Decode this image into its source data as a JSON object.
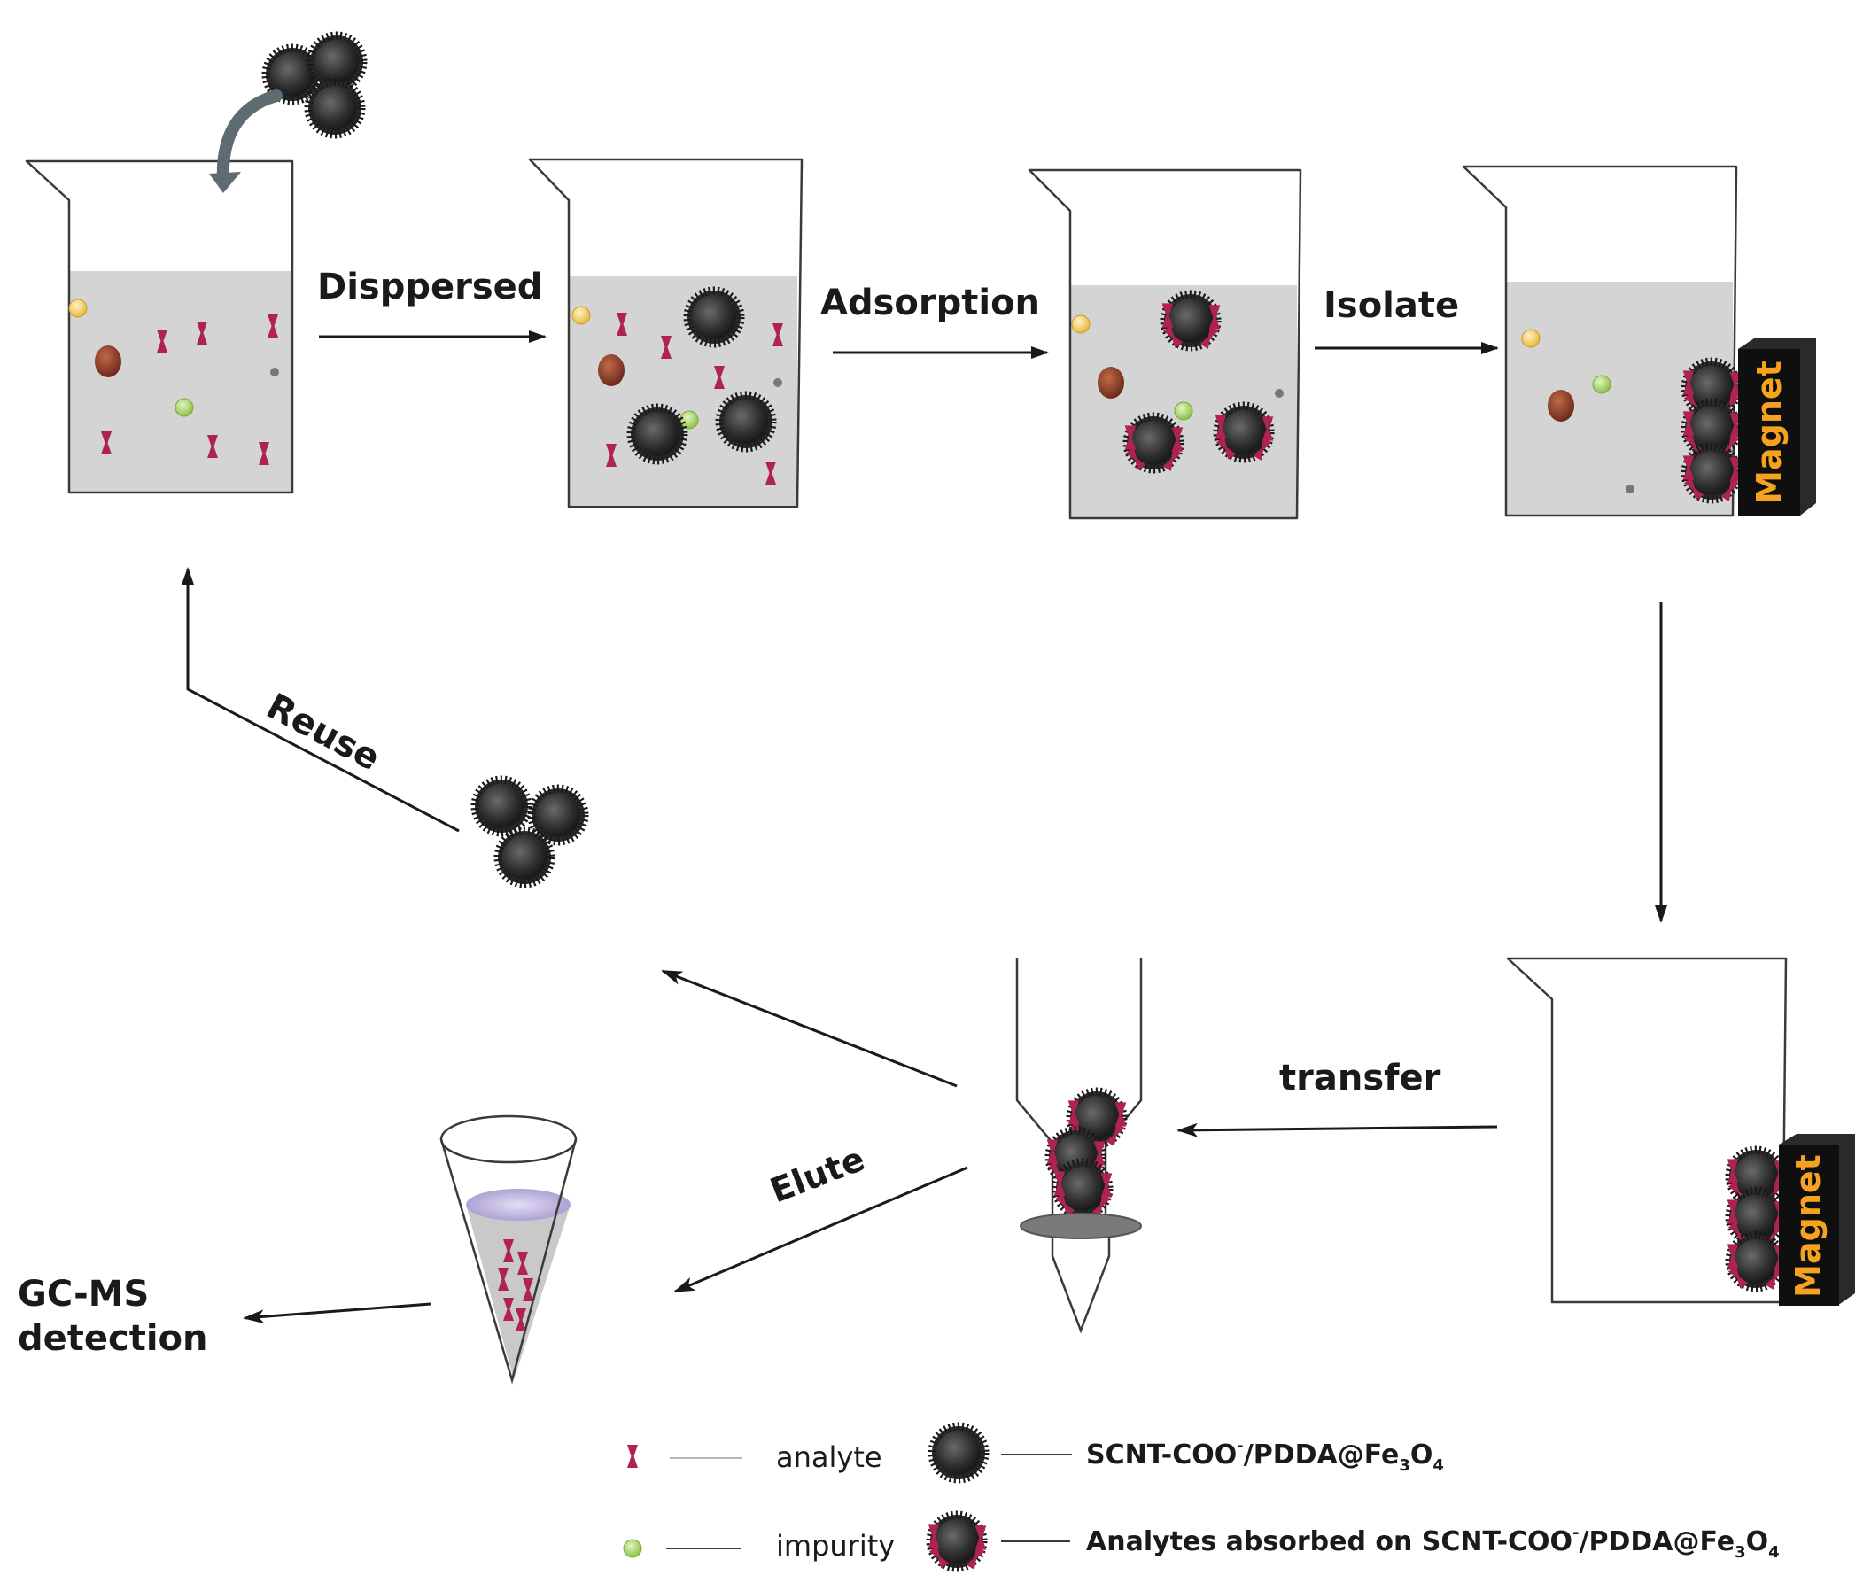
{
  "steps": {
    "dispersed": "Disppersed",
    "adsorption": "Adsorption",
    "isolate": "Isolate",
    "transfer": "transfer",
    "elute": "Elute",
    "reuse": "Reuse",
    "gcms_line1": "GC-MS",
    "gcms_line2": "detection"
  },
  "magnet_label": "Magnet",
  "legend": {
    "analyte": "analyte",
    "impurity": "impurity",
    "sorbent_prefix": "SCNT-COO",
    "sorbent_mid": "/PDDA@Fe",
    "sorbent_sub3": "3",
    "sorbent_o": "O",
    "sorbent_sub4": "4",
    "absorbed_prefix": "Analytes absorbed on SCNT-COO",
    "absorbed_mid": "/PDDA@Fe",
    "absorbed_sub3": "3",
    "absorbed_o": "O",
    "absorbed_sub4": "4",
    "superscript_minus": "-"
  },
  "colors": {
    "solution": "#d4d4d4",
    "analyte": "#b0234f",
    "impurity_green": "#a8d36a",
    "impurity_yellow": "#f4d15a",
    "impurity_brown": "#8b3a2a",
    "sorbent": "#3a3a3a",
    "magnet": "#111111",
    "magnet_text": "#f4a21f",
    "eluate": "#b9b0d8"
  }
}
